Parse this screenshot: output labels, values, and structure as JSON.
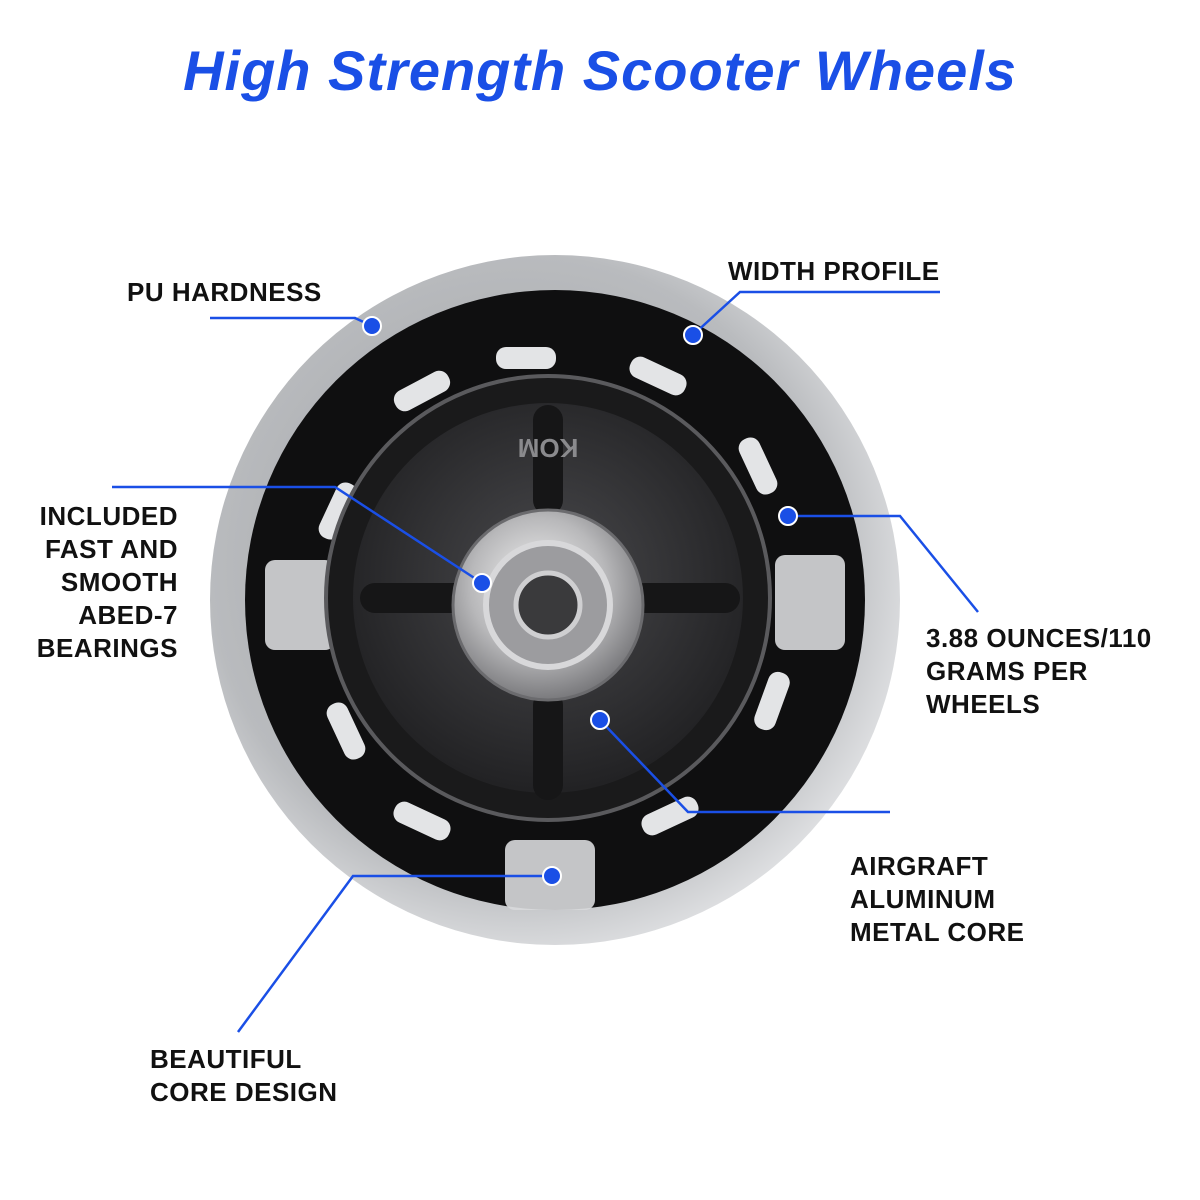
{
  "title": "High Strength Scooter Wheels",
  "colors": {
    "title": "#1a4fe6",
    "accent": "#1a4fe6",
    "tire": "#c9cbce",
    "core": "#0f0f10",
    "hub": "#2c2c2e"
  },
  "hub_marking": "KOM",
  "callouts": {
    "pu_hardness": [
      "PU HARDNESS"
    ],
    "width_profile": [
      "WIDTH PROFILE"
    ],
    "bearings": [
      "INCLUDED",
      "FAST AND",
      "SMOOTH",
      "ABED-7",
      "BEARINGS"
    ],
    "weight": [
      "3.88 OUNCES/110",
      "GRAMS PER",
      "WHEELS"
    ],
    "core_material": [
      "AIRGRAFT",
      "ALUMINUM",
      "METAL CORE"
    ],
    "core_design": [
      "BEAUTIFUL",
      "CORE DESIGN"
    ]
  }
}
